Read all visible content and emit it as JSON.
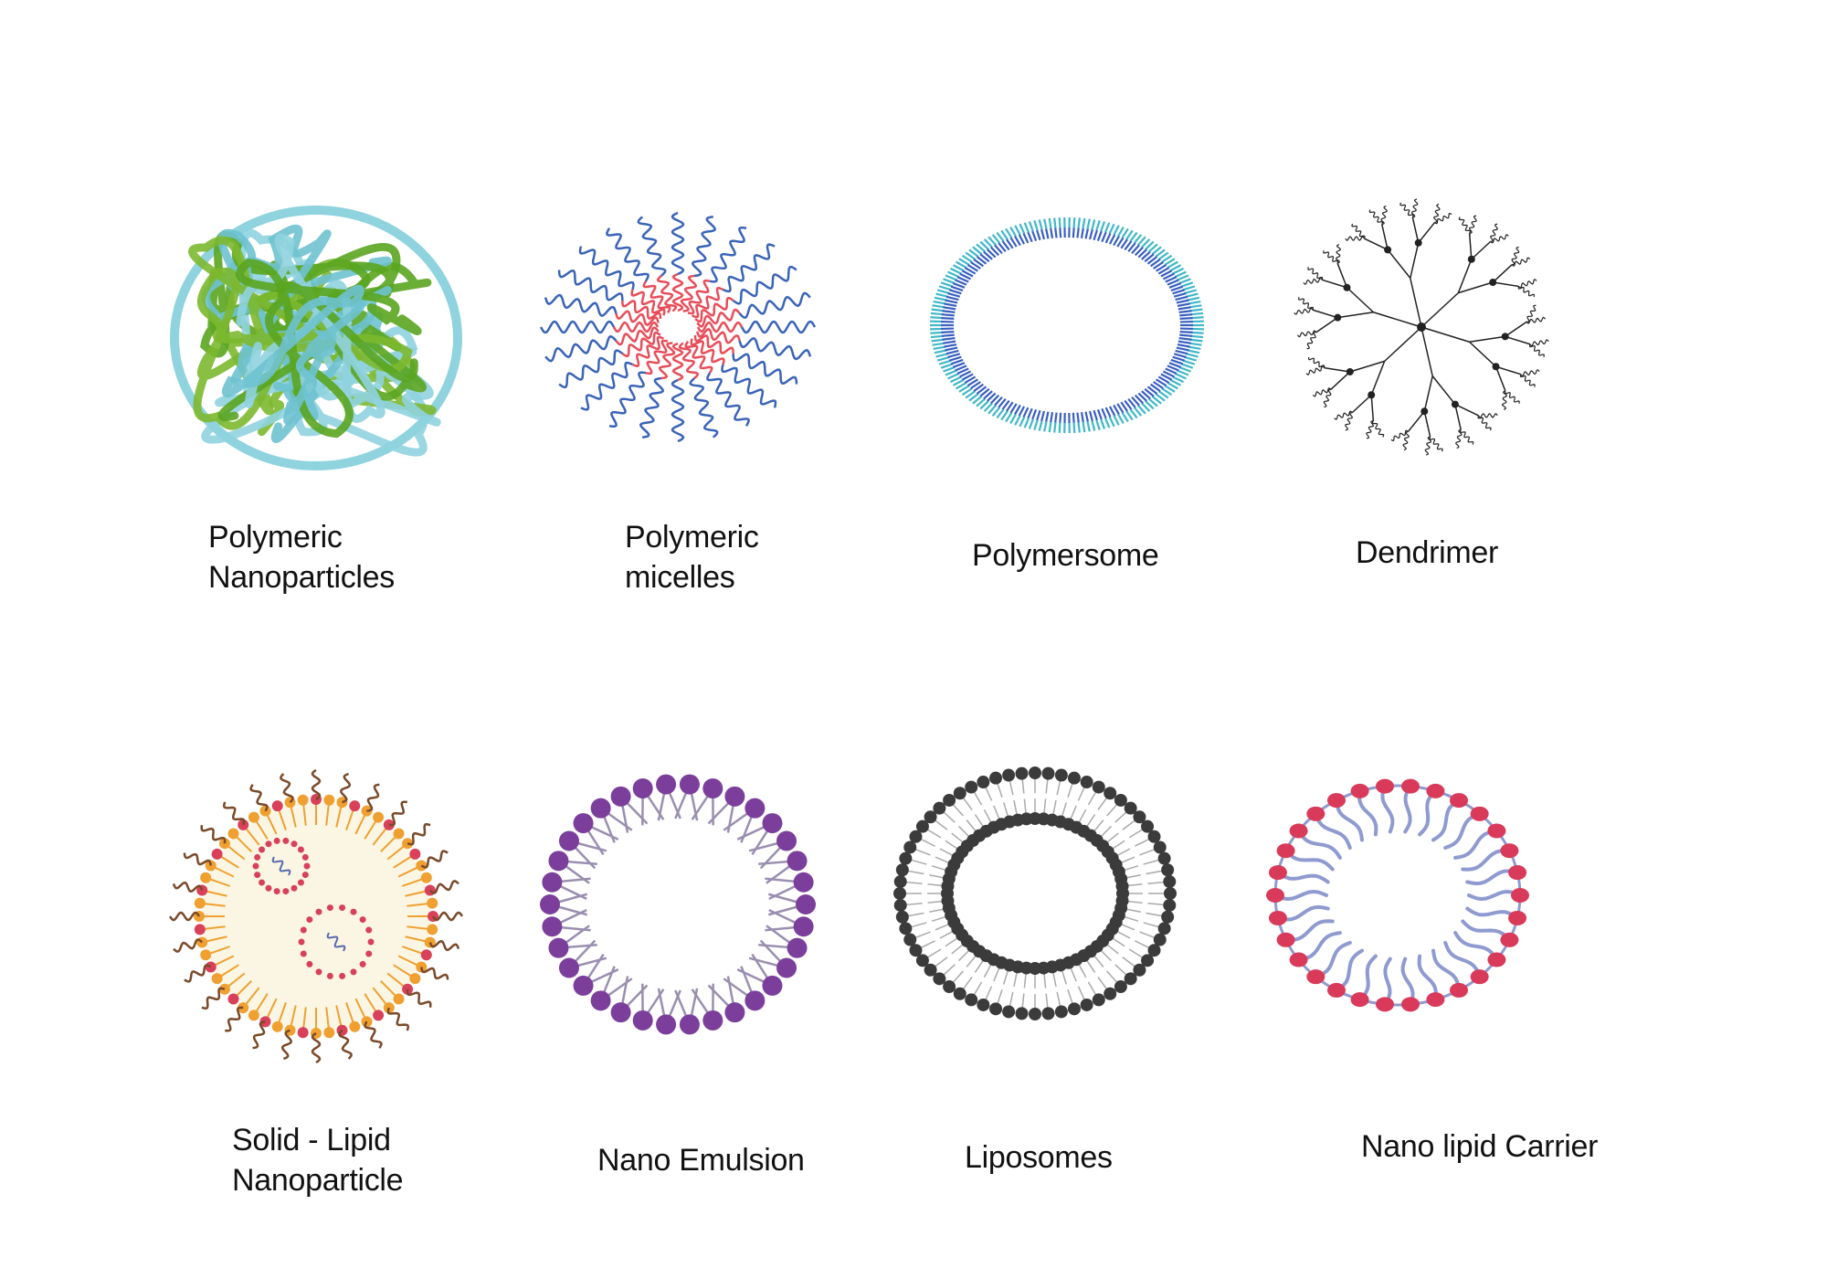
{
  "items": [
    {
      "id": "polymeric-nanoparticles",
      "lines": [
        "Polymeric",
        "Nanoparticles"
      ]
    },
    {
      "id": "polymeric-micelles",
      "lines": [
        "Polymeric",
        "micelles"
      ]
    },
    {
      "id": "polymersome",
      "lines": [
        "Polymersome"
      ]
    },
    {
      "id": "dendrimer",
      "lines": [
        "Dendrimer"
      ]
    },
    {
      "id": "solid-lipid-nanoparticle",
      "lines": [
        "Solid - Lipid",
        "Nanoparticle"
      ]
    },
    {
      "id": "nano-emulsion",
      "lines": [
        "Nano Emulsion"
      ]
    },
    {
      "id": "liposomes",
      "lines": [
        "Liposomes"
      ]
    },
    {
      "id": "nano-lipid-carrier",
      "lines": [
        "Nano lipid Carrier"
      ]
    }
  ],
  "colors": {
    "polymer_green": "#7cb82f",
    "polymer_cyan": "#8fd3df",
    "micelle_blue": "#3a64b8",
    "micelle_red": "#e84e5a",
    "polymersome_cyan": "#3fb8c8",
    "polymersome_blue": "#3a5fc0",
    "dendrimer_black": "#222222",
    "emulsion_purple": "#7b3f9b",
    "emulsion_tail": "#9a8fb0",
    "liposome_head": "#3b3b3b",
    "nlc_head": "#d93a5a",
    "nlc_tail": "#8f9ad0",
    "sln_core": "#fbf6e3",
    "sln_orange": "#f0a030",
    "sln_brown": "#7a4a2a"
  }
}
